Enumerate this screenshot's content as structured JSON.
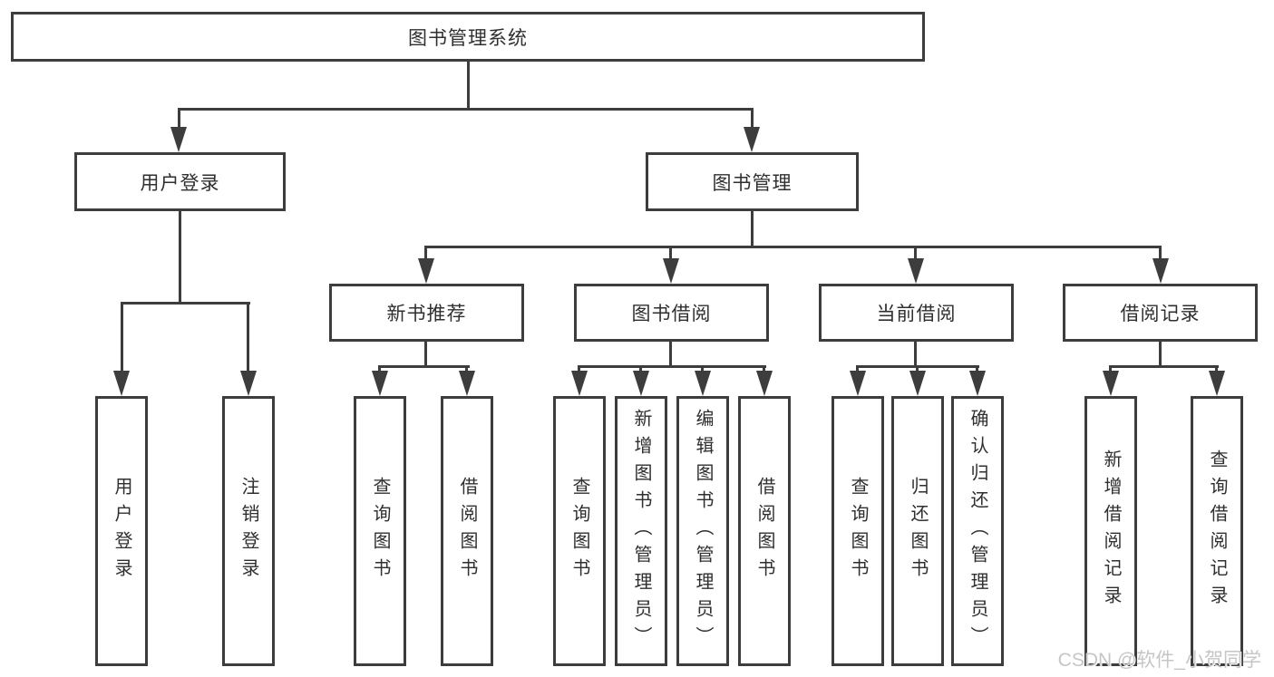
{
  "diagram": {
    "root": {
      "label": "图书管理系统"
    },
    "branches": {
      "user_login": {
        "label": "用户登录",
        "children": [
          "用户登录",
          "注销登录"
        ]
      },
      "book_management": {
        "label": "图书管理",
        "children": {
          "new_book_recommendation": {
            "label": "新书推荐",
            "children": [
              "查询图书",
              "借阅图书"
            ]
          },
          "book_borrowing": {
            "label": "图书借阅",
            "children": [
              "查询图书",
              "新增图书（管理员）",
              "编辑图书（管理员）",
              "借阅图书"
            ]
          },
          "current_borrowing": {
            "label": "当前借阅",
            "children": [
              "查询图书",
              "归还图书",
              "确认归还（管理员）"
            ]
          },
          "borrowing_records": {
            "label": "借阅记录",
            "children": [
              "新增借阅记录",
              "查询借阅记录"
            ]
          }
        }
      }
    }
  },
  "watermark": {
    "text": "CSDN @软件_小贺同学"
  },
  "colors": {
    "line": "#3d3d3d",
    "text": "#2f2f2f",
    "watermark": "#c6c6c6",
    "background": "#ffffff"
  }
}
